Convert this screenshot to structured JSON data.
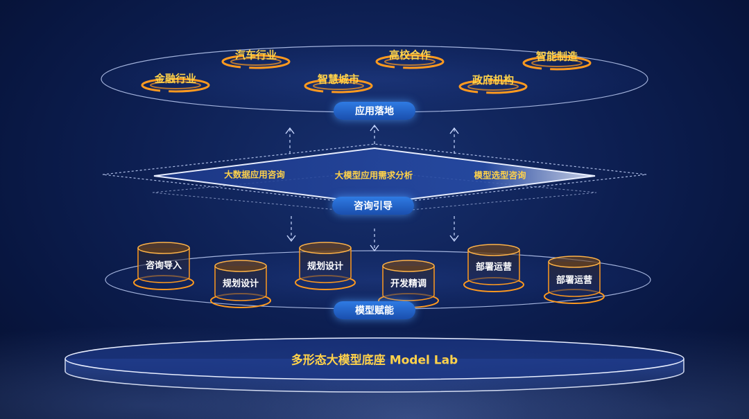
{
  "app_layer": {
    "items": [
      "金融行业",
      "汽车行业",
      "智慧城市",
      "高校合作",
      "政府机构",
      "智能制造"
    ],
    "label": "应用落地"
  },
  "consult_layer": {
    "items": [
      "大数据应用咨询",
      "大模型应用需求分析",
      "模型选型咨询"
    ],
    "label": "咨询引导"
  },
  "model_layer": {
    "items": [
      "咨询导入",
      "规划设计",
      "规划设计",
      "开发精调",
      "部署运营",
      "部署运营"
    ],
    "label": "模型赋能"
  },
  "base": {
    "label": "多形态大模型底座 Model Lab"
  },
  "colors": {
    "accent": "#ffd24a",
    "ring": "#ff9a1f",
    "pill": "#2b6fd8",
    "line": "#c9d8ff"
  }
}
